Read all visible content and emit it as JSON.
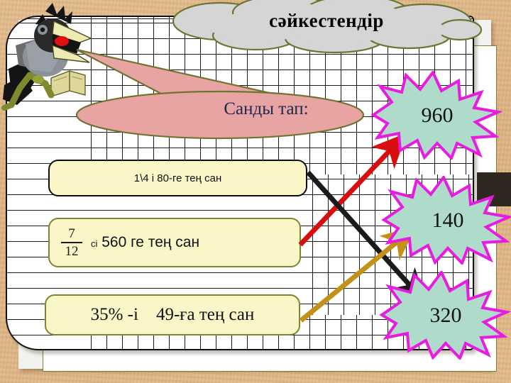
{
  "slide": {
    "title_cloud": "сәйкестендір",
    "banner": "Санды тап:",
    "background_color": "#dfb887",
    "sheet_color": "#ffffff",
    "box_fill": "#fbf6c8",
    "star_fill": "#afdcca",
    "star_outline": "#e81ce0"
  },
  "questions": [
    {
      "id": "q1",
      "text": "1\\4 і 80-ге тең сан",
      "border_color": "#0d0d0d"
    },
    {
      "id": "q2",
      "fraction_numerator": "7",
      "fraction_denominator": "12",
      "prefix": "сі",
      "text": "560 ге тең сан",
      "border_color": "#7f8431"
    },
    {
      "id": "q3",
      "text": "35% -і    49-ға тең сан",
      "border_color": "#7f8431"
    }
  ],
  "answers": [
    {
      "id": "a960",
      "value": "960"
    },
    {
      "id": "a140",
      "value": "140"
    },
    {
      "id": "a320",
      "value": "320"
    }
  ],
  "arrows": [
    {
      "id": "arrow-red",
      "from": "q2",
      "to": "a960",
      "color": "#d80d0d"
    },
    {
      "id": "arrow-black",
      "from": "q1",
      "to": "a320",
      "color": "#1a1a1a"
    },
    {
      "id": "arrow-gold",
      "from": "q3",
      "to": "a140",
      "color": "#c49118"
    }
  ],
  "icons": {
    "crow": "crow-with-book-icon",
    "cloud": "thought-cloud-icon",
    "banner": "speech-banner-icon",
    "star": "starburst-icon",
    "arrow": "arrow-icon"
  }
}
